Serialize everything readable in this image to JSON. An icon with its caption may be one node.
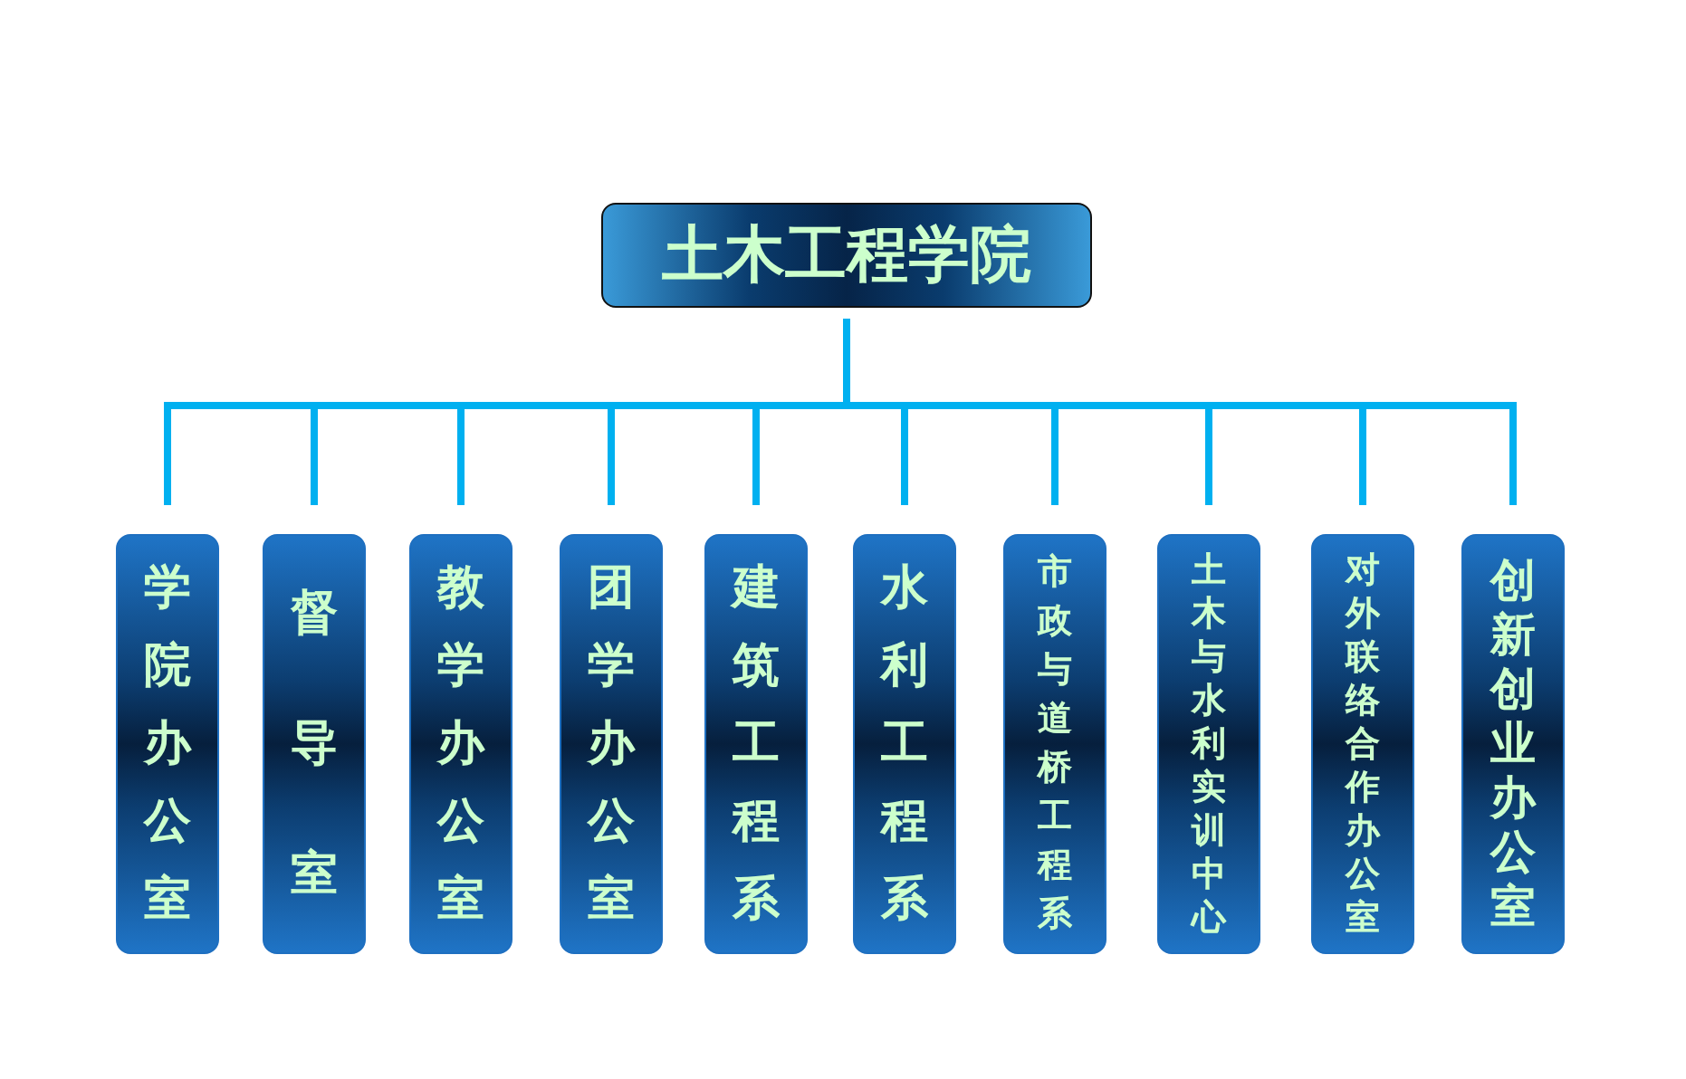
{
  "diagram": {
    "nodes": [
      {
        "text": [
          "土木工程学院"
        ]
      },
      {
        "text": [
          "学院办公室"
        ]
      },
      {
        "text": [
          "督导室"
        ]
      },
      {
        "text": [
          "教学办公室"
        ]
      },
      {
        "text": [
          "团学办公室"
        ]
      },
      {
        "text": [
          "建筑工程系"
        ]
      },
      {
        "text": [
          "水利工程系"
        ]
      },
      {
        "text": [
          "市政与道桥工程系"
        ]
      },
      {
        "text": [
          "土木与水利实训中心"
        ]
      },
      {
        "text": [
          "对外联络合作办公室"
        ]
      },
      {
        "text": [
          "创新创业办公室"
        ]
      }
    ],
    "edges": [
      {
        "from": 0,
        "to": 1,
        "arrow": "none"
      },
      {
        "from": 0,
        "to": 2,
        "arrow": "none"
      },
      {
        "from": 0,
        "to": 3,
        "arrow": "none"
      },
      {
        "from": 0,
        "to": 4,
        "arrow": "none"
      },
      {
        "from": 0,
        "to": 5,
        "arrow": "none"
      },
      {
        "from": 0,
        "to": 6,
        "arrow": "none"
      },
      {
        "from": 0,
        "to": 7,
        "arrow": "none"
      },
      {
        "from": 0,
        "to": 8,
        "arrow": "none"
      },
      {
        "from": 0,
        "to": 9,
        "arrow": "none"
      },
      {
        "from": 0,
        "to": 10,
        "arrow": "none"
      }
    ]
  }
}
